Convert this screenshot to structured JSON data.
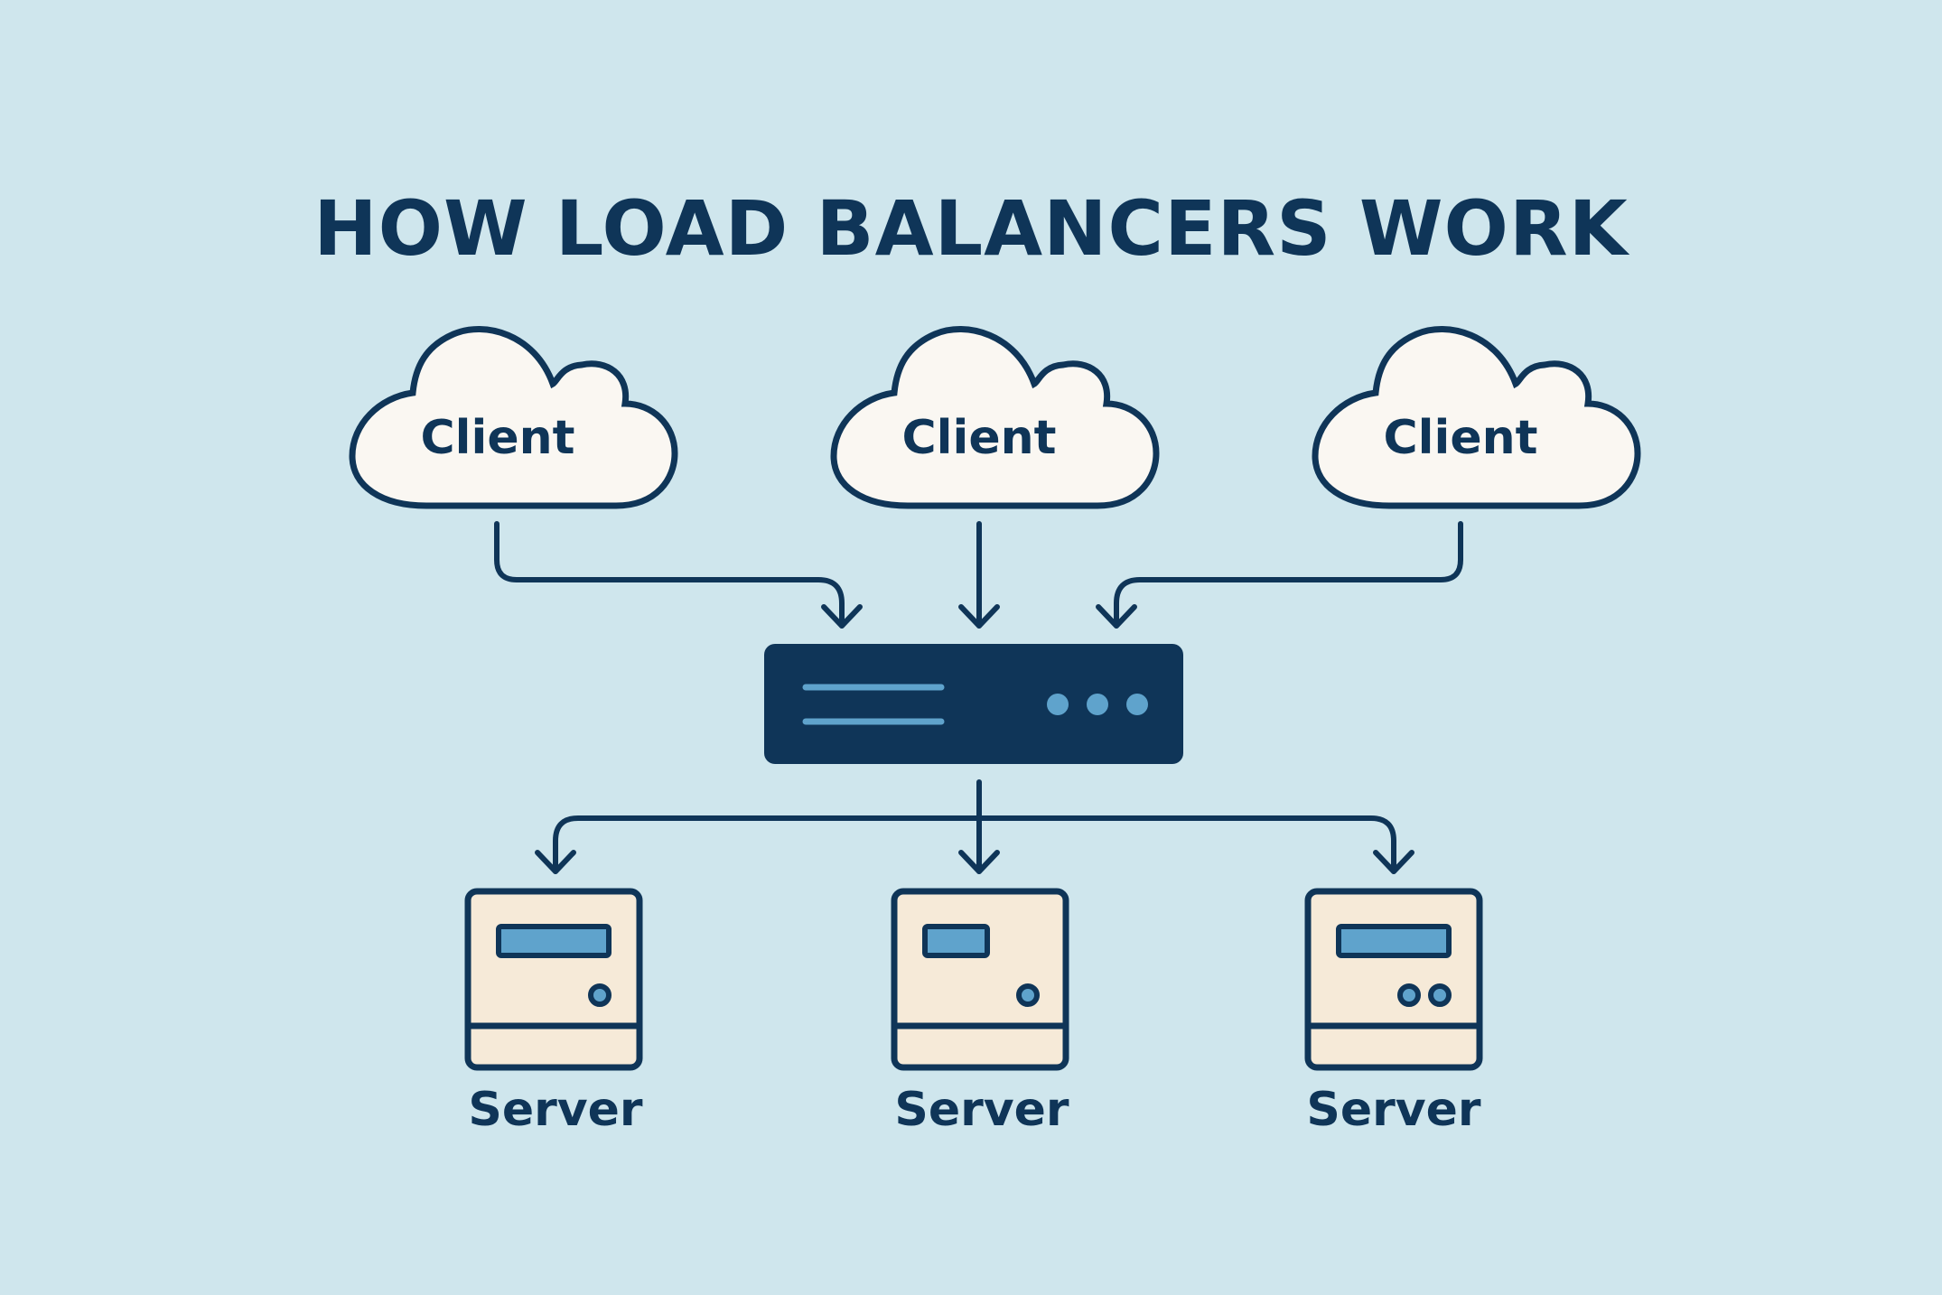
{
  "title": "HOW LOAD BALANCERS WORK",
  "clients": [
    {
      "label": "Client"
    },
    {
      "label": "Client"
    },
    {
      "label": "Client"
    }
  ],
  "load_balancer": {
    "indicator_lights": 3,
    "slot_lines": 2
  },
  "servers": [
    {
      "label": "Server",
      "indicator_dots": 1
    },
    {
      "label": "Server",
      "indicator_dots": 1
    },
    {
      "label": "Server",
      "indicator_dots": 2
    }
  ],
  "colors": {
    "background": "#cfe6ed",
    "ink": "#0f3558",
    "cloud_fill": "#faf7f2",
    "server_fill": "#f6ead8",
    "accent": "#5fa3cc"
  }
}
